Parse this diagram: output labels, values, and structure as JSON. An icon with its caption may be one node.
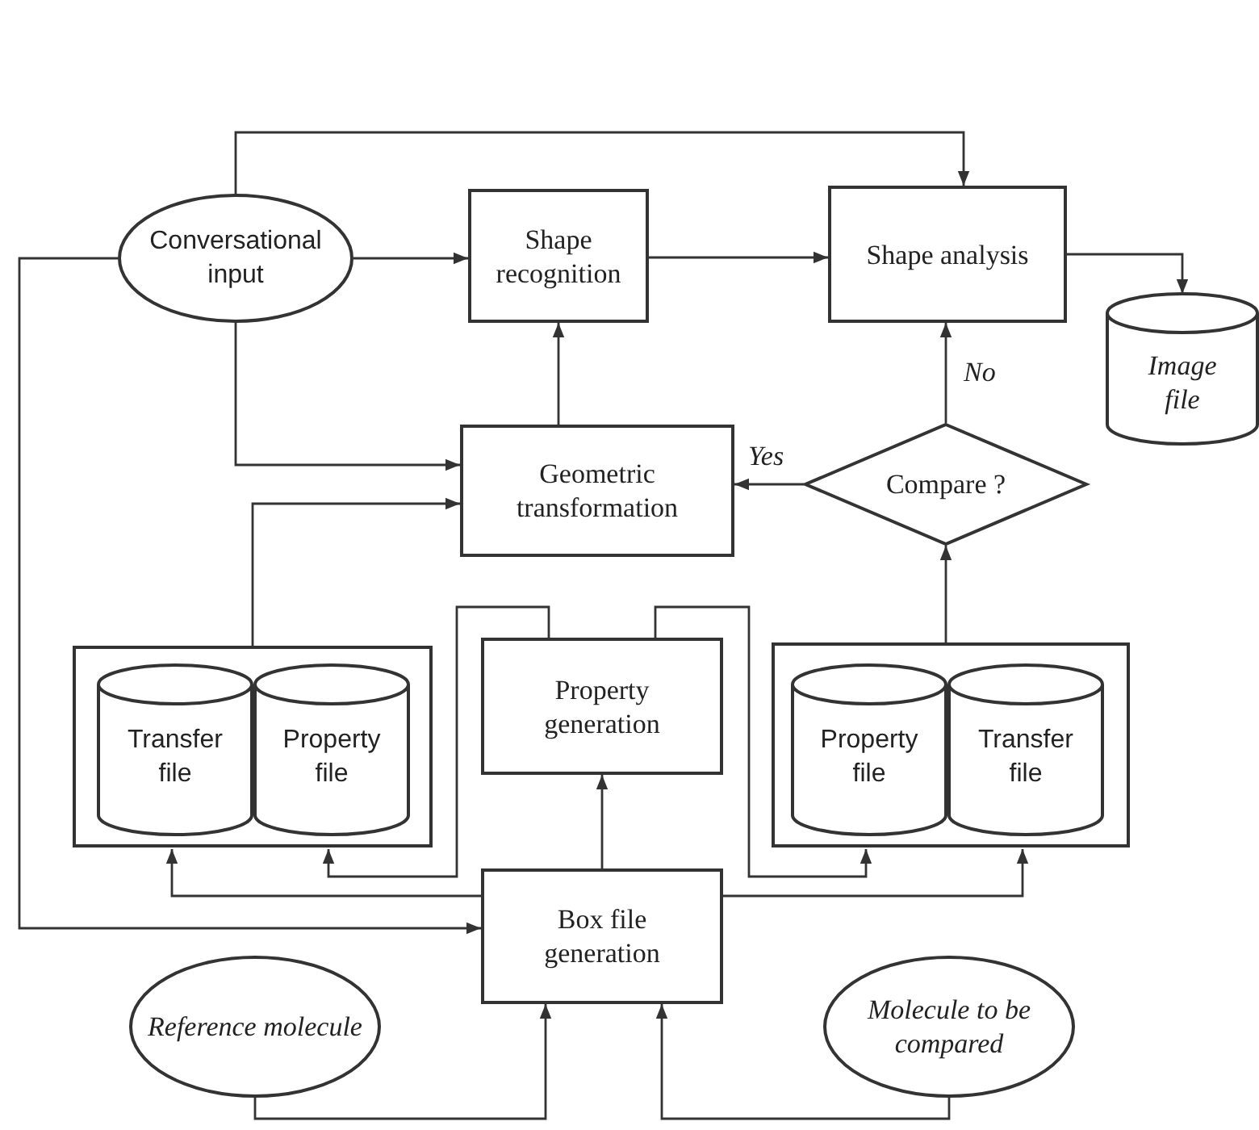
{
  "diagram": {
    "nodes": [
      {
        "text": [
          "Conversational input"
        ]
      },
      {
        "text": [
          "Shape recognition"
        ]
      },
      {
        "text": [
          "Shape analysis"
        ]
      },
      {
        "text": [
          "Image file"
        ]
      },
      {
        "text": [
          "Geometric transformation"
        ]
      },
      {
        "text": [
          "Compare ?"
        ]
      },
      {
        "text": [],
        "shape": "box"
      },
      {
        "text": [
          "Transfer file"
        ],
        "in": 6
      },
      {
        "text": [
          "Property file"
        ],
        "in": 6
      },
      {
        "text": [
          "Property generation"
        ]
      },
      {
        "text": [],
        "shape": "box"
      },
      {
        "text": [
          "Property file"
        ],
        "in": 10
      },
      {
        "text": [
          "Transfer file"
        ],
        "in": 10
      },
      {
        "text": [
          "Box file generation"
        ]
      },
      {
        "text": [
          "Reference molecule"
        ]
      },
      {
        "text": [
          "Molecule to be compared"
        ]
      }
    ],
    "edges": [
      {
        "from": 0,
        "to": 1,
        "arrow": "to"
      },
      {
        "from": 0,
        "to": 2,
        "arrow": "to"
      },
      {
        "from": 1,
        "to": 2,
        "arrow": "to"
      },
      {
        "from": 2,
        "to": 3,
        "arrow": "to"
      },
      {
        "from": 4,
        "to": 1,
        "arrow": "to"
      },
      {
        "from": 0,
        "to": 4,
        "arrow": "to"
      },
      {
        "from": 6,
        "to": 4,
        "arrow": "to"
      },
      {
        "from": 5,
        "to": 4,
        "label": "Yes",
        "arrow": "to"
      },
      {
        "from": 5,
        "to": 2,
        "label": "No",
        "arrow": "to"
      },
      {
        "from": 10,
        "to": 5,
        "arrow": "to"
      },
      {
        "from": 0,
        "to": 13,
        "arrow": "to"
      },
      {
        "from": 13,
        "to": 9,
        "arrow": "to"
      },
      {
        "from": 9,
        "to": 8,
        "arrow": "to"
      },
      {
        "from": 13,
        "to": 7,
        "arrow": "to"
      },
      {
        "from": 9,
        "to": 11,
        "arrow": "to"
      },
      {
        "from": 13,
        "to": 12,
        "arrow": "to"
      },
      {
        "from": 14,
        "to": 13,
        "arrow": "to"
      },
      {
        "from": 15,
        "to": 13,
        "arrow": "to"
      }
    ]
  }
}
